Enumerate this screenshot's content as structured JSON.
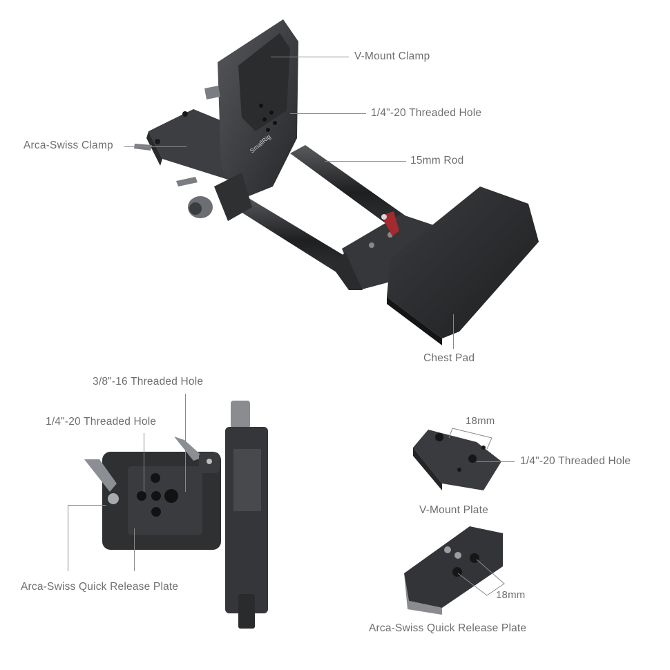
{
  "diagram": {
    "type": "product-callout",
    "main_view": {
      "callouts": [
        {
          "id": "v-mount-clamp",
          "label": "V-Mount Clamp"
        },
        {
          "id": "threaded-hole-top",
          "label": "1/4\"-20 Threaded Hole"
        },
        {
          "id": "arca-swiss-clamp",
          "label": "Arca-Swiss Clamp"
        },
        {
          "id": "rod-15mm",
          "label": "15mm Rod"
        },
        {
          "id": "chest-pad",
          "label": "Chest Pad"
        }
      ],
      "brand_mark": "SmallRig"
    },
    "detail_view_left": {
      "callouts": [
        {
          "id": "threaded-hole-38",
          "label": "3/8\"-16 Threaded Hole"
        },
        {
          "id": "threaded-hole-14",
          "label": "1/4\"-20 Threaded Hole"
        },
        {
          "id": "arca-qr-plate",
          "label": "Arca-Swiss Quick Release Plate"
        }
      ]
    },
    "detail_view_right_top": {
      "dimension": "18mm",
      "callout": "1/4\"-20 Threaded Hole",
      "caption": "V-Mount Plate"
    },
    "detail_view_right_bottom": {
      "dimension": "18mm",
      "caption": "Arca-Swiss Quick Release Plate"
    },
    "colors": {
      "label_text": "#6e6e6e",
      "leader_line": "#8a8a8a",
      "metal_dark": "#2e2f31",
      "metal_mid": "#4a4b4e",
      "accent_knob": "#a32a2e",
      "background": "#ffffff"
    }
  }
}
